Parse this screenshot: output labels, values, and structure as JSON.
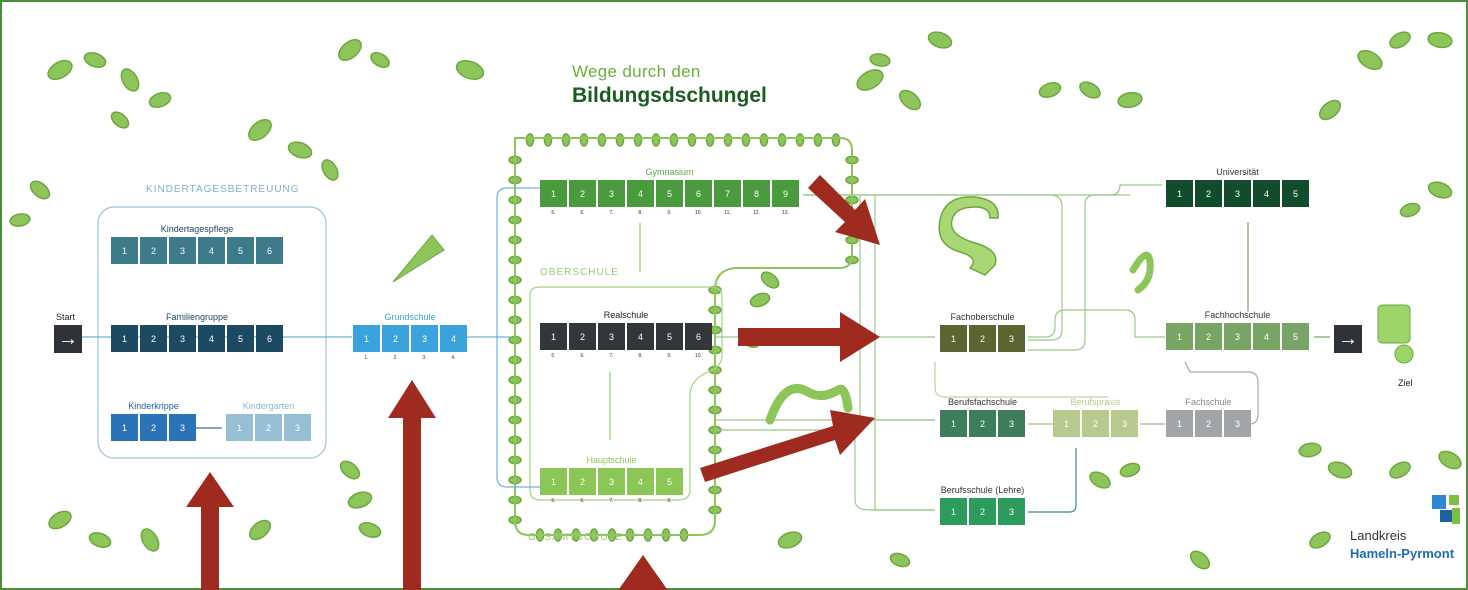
{
  "title": {
    "line1": "Wege durch den",
    "line2": "Bildungsdschungel"
  },
  "start_label": "Start",
  "goal_label": "Ziel",
  "sections": {
    "kita": "KINDERTAGESBETREUUNG",
    "oberschule": "OBERSCHULE",
    "gesamtschule": "GESAMTSCHULE"
  },
  "colors": {
    "kindertagespflege": "#3d7a8a",
    "familiengruppe": "#1c4a63",
    "kinderkrippe": "#2b73b8",
    "kindergarten": "#96bfd3",
    "grundschule": "#3aa3dc",
    "gymnasium": "#4a9a3e",
    "realschule": "#33363b",
    "hauptschule": "#8cc657",
    "fachoberschule": "#5a6530",
    "berufsfachschule": "#3f7c59",
    "berufspraxis": "#b7c98c",
    "fachschule": "#a2a5a8",
    "berufsschule": "#2c9c5c",
    "universitaet": "#114d2d",
    "fachhochschule": "#78a565",
    "red_arrow": "#9e2a20",
    "vine": "#78b24d"
  },
  "boxes": {
    "kindertagespflege": {
      "title": "Kindertagespflege",
      "cells": [
        "1",
        "2",
        "3",
        "4",
        "5",
        "6"
      ]
    },
    "familiengruppe": {
      "title": "Familiengruppe",
      "cells": [
        "1",
        "2",
        "3",
        "4",
        "5",
        "6"
      ]
    },
    "kinderkrippe": {
      "title": "Kinderkrippe",
      "cells": [
        "1",
        "2",
        "3"
      ]
    },
    "kindergarten": {
      "title": "Kindergarten",
      "cells": [
        "1",
        "2",
        "3"
      ]
    },
    "grundschule": {
      "title": "Grundschule",
      "cells": [
        "1",
        "2",
        "3",
        "4"
      ],
      "grades": [
        "1.",
        "2.",
        "3.",
        "4."
      ]
    },
    "gymnasium": {
      "title": "Gymnasium",
      "cells": [
        "1",
        "2",
        "3",
        "4",
        "5",
        "6",
        "7",
        "8",
        "9"
      ],
      "grades": [
        "5.",
        "6.",
        "7.",
        "8.",
        "9.",
        "10.",
        "11.",
        "12.",
        "13."
      ]
    },
    "realschule": {
      "title": "Realschule",
      "cells": [
        "1",
        "2",
        "3",
        "4",
        "5",
        "6"
      ],
      "grades": [
        "5.",
        "6.",
        "7.",
        "8.",
        "9.",
        "10."
      ]
    },
    "hauptschule": {
      "title": "Hauptschule",
      "cells": [
        "1",
        "2",
        "3",
        "4",
        "5"
      ],
      "grades": [
        "5.",
        "6.",
        "7.",
        "8.",
        "9."
      ]
    },
    "fachoberschule": {
      "title": "Fachoberschule",
      "cells": [
        "1",
        "2",
        "3"
      ]
    },
    "berufsfachschule": {
      "title": "Berufsfachschule",
      "cells": [
        "1",
        "2",
        "3"
      ]
    },
    "berufspraxis": {
      "title": "Berufspraxis",
      "cells": [
        "1",
        "2",
        "3"
      ]
    },
    "fachschule": {
      "title": "Fachschule",
      "cells": [
        "1",
        "2",
        "3"
      ]
    },
    "berufsschule": {
      "title": "Berufsschule (Lehre)",
      "cells": [
        "1",
        "2",
        "3"
      ]
    },
    "universitaet": {
      "title": "Universität",
      "cells": [
        "1",
        "2",
        "3",
        "4",
        "5"
      ]
    },
    "fachhochschule": {
      "title": "Fachhochschule",
      "cells": [
        "1",
        "2",
        "3",
        "4",
        "5"
      ]
    }
  },
  "logo": {
    "line1": "Landkreis",
    "line2": "Hameln-Pyrmont"
  }
}
